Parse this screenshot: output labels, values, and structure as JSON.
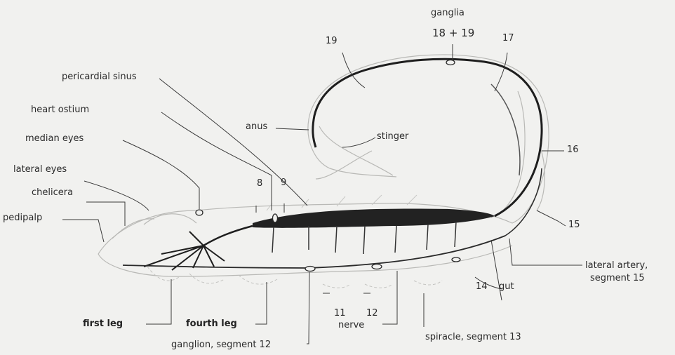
{
  "labels": {
    "ganglia": "ganglia",
    "ganglia_18_19": "18 + 19",
    "n19": "19",
    "n17": "17",
    "pericardial_sinus": "pericardial sinus",
    "heart_ostium": "heart ostium",
    "anus": "anus",
    "stinger": "stinger",
    "median_eyes": "median eyes",
    "n16": "16",
    "lateral_eyes": "lateral eyes",
    "n8": "8",
    "n9": "9",
    "chelicera": "chelicera",
    "pedipalp": "pedipalp",
    "n15": "15",
    "lateral_artery": "lateral artery,",
    "segment_15": "segment 15",
    "gut": "gut",
    "n14": "14",
    "n11": "11",
    "n12": "12",
    "first_leg": "first leg",
    "fourth_leg": "fourth leg",
    "nerve": "nerve",
    "ganglion_segment_12": "ganglion, segment 12",
    "spiracle_segment_13": "spiracle, segment 13"
  }
}
